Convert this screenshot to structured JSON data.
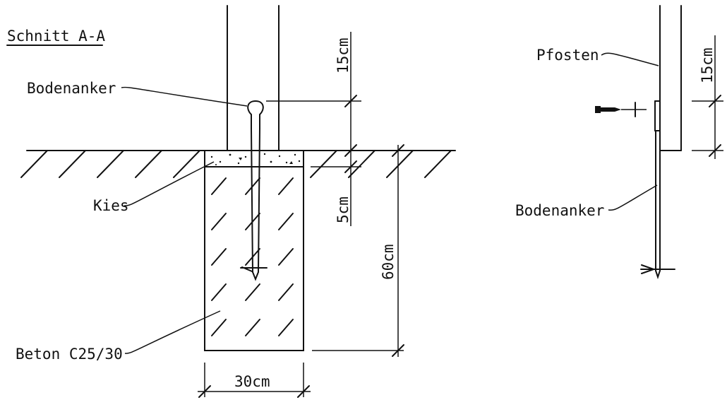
{
  "drawing": {
    "title": "Schnitt A-A",
    "left": {
      "anchor_label": "Bodenanker",
      "gravel_label": "Kies",
      "concrete_label": "Beton C25/30",
      "dim_15": "15cm",
      "dim_5": "5cm",
      "dim_60": "60cm",
      "dim_30": "30cm"
    },
    "right": {
      "post_label": "Pfosten",
      "anchor_label": "Bodenanker",
      "dim_15": "15cm"
    },
    "colors": {
      "line": "#111111",
      "background": "#ffffff"
    }
  }
}
